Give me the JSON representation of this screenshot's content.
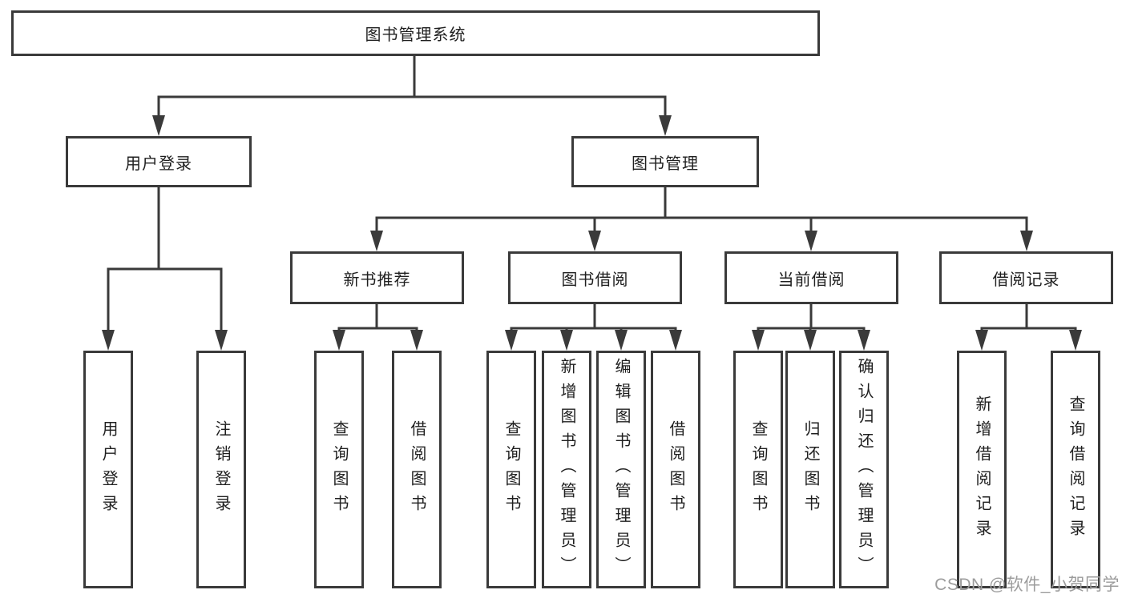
{
  "diagram": {
    "root": "图书管理系统",
    "level1": {
      "user_login": "用户登录",
      "book_mgmt": "图书管理"
    },
    "level2": {
      "new_book_rec": "新书推荐",
      "book_borrow": "图书借阅",
      "current_borrow": "当前借阅",
      "borrow_records": "借阅记录"
    },
    "leaves": {
      "user_login_leaf": "用户登录",
      "logout_leaf": "注销登录",
      "rec_query_book": "查询图书",
      "rec_borrow_book": "借阅图书",
      "bor_query_book": "查询图书",
      "bor_add_book": "新增图书（管理员）",
      "bor_edit_book": "编辑图书（管理员）",
      "bor_borrow_book": "借阅图书",
      "cur_query_book": "查询图书",
      "cur_return_book": "归还图书",
      "cur_confirm_return": "确认归还（管理员）",
      "rd_add_record": "新增借阅记录",
      "rd_query_record": "查询借阅记录"
    },
    "watermark": "CSDN @软件_小贺同学"
  },
  "colors": {
    "line": "#3a3a3a",
    "box_border": "#3a3a3a",
    "text": "#1f1f1f",
    "watermark": "#9c9c9c",
    "background": "#ffffff"
  }
}
